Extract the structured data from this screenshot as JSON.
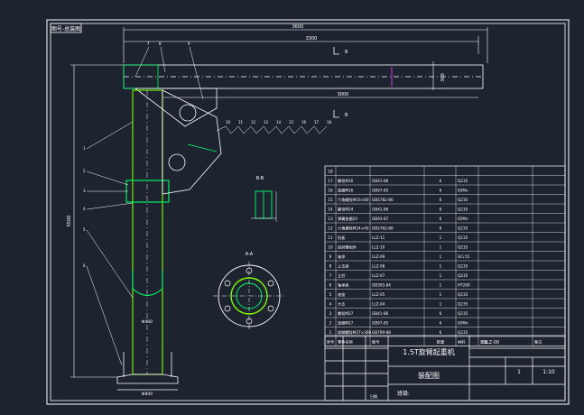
{
  "drawing": {
    "tag": "图号-总装图",
    "dims": {
      "overall_width": "3600",
      "arm_length": "3300",
      "arm_inner": "3000",
      "beam_height": "300",
      "column_height": "5500",
      "column_dia": "Φ400",
      "base_width": "Φ800"
    },
    "section_labels": {
      "b": "B",
      "section_bb": "B-B",
      "section_aa": "A-A"
    },
    "balloons": [
      "1",
      "2",
      "3",
      "4",
      "5",
      "6",
      "7",
      "8",
      "9",
      "10",
      "11",
      "12",
      "13",
      "14",
      "15",
      "16",
      "17",
      "18"
    ]
  },
  "parts_table": {
    "header": [
      "序号",
      "零件名称",
      "图号",
      "数量",
      "材料",
      "重量",
      "备注"
    ],
    "rows": [
      [
        "18",
        "",
        "",
        "",
        "",
        "",
        ""
      ],
      [
        "17",
        "螺栓M16",
        "GB41-86",
        "6",
        "Q235",
        "",
        ""
      ],
      [
        "16",
        "垫圈M16",
        "GB97-85",
        "6",
        "65Mn",
        "",
        ""
      ],
      [
        "15",
        "六角螺栓M16×60",
        "GB5782-86",
        "6",
        "Q235",
        "",
        ""
      ],
      [
        "14",
        "螺母M24",
        "GB41-86",
        "6",
        "Q235",
        "",
        ""
      ],
      [
        "13",
        "弹簧垫圈24",
        "GB93-87",
        "6",
        "65Mn",
        "",
        ""
      ],
      [
        "12",
        "六角螺栓M24×45",
        "GB5782-86",
        "6",
        "Q235",
        "",
        ""
      ],
      [
        "11",
        "挡板",
        "LLZ-11",
        "1",
        "Q235",
        "",
        ""
      ],
      [
        "10",
        "回转臂组件",
        "LLZ-10",
        "1",
        "Q235",
        "",
        ""
      ],
      [
        "9",
        "轴承",
        "LLZ-09",
        "1",
        "GCr15",
        "",
        ""
      ],
      [
        "8",
        "上支座",
        "LLZ-08",
        "1",
        "Q235",
        "",
        ""
      ],
      [
        "7",
        "立柱",
        "LLZ-07",
        "1",
        "Q235",
        "",
        ""
      ],
      [
        "6",
        "轴承座",
        "GB305-84",
        "1",
        "HT200",
        "",
        ""
      ],
      [
        "5",
        "底座",
        "LLZ-05",
        "1",
        "Q235",
        "",
        ""
      ],
      [
        "4",
        "大支",
        "LLZ-04",
        "1",
        "Q235",
        "",
        ""
      ],
      [
        "3",
        "螺栓M27",
        "GB41-86",
        "6",
        "Q235",
        "",
        ""
      ],
      [
        "2",
        "垫圈M27",
        "GB97-85",
        "6",
        "65Mn",
        "",
        ""
      ],
      [
        "1",
        "地脚螺栓M27×300",
        "GB799-88",
        "6",
        "Q235",
        "",
        ""
      ]
    ]
  },
  "title_block": {
    "title": "1.5T旋臂起重机",
    "subtitle": "装配图",
    "drawing_no": "LLZ-00",
    "qty": "1",
    "scale": "1:10",
    "school": "班级:",
    "date_label": "日期"
  },
  "colors": {
    "background": "#1e2330",
    "frame": "#ffffff",
    "column": "#7cfc00",
    "detail": "#00ff66",
    "leader": "#ff40ff",
    "table_text": "#ffffff",
    "dim": "#ffffff"
  }
}
